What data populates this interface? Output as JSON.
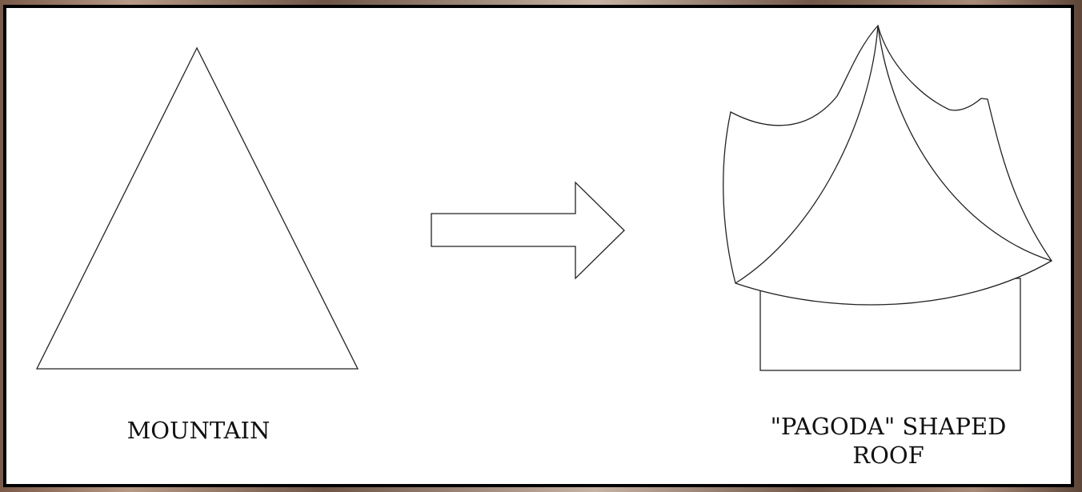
{
  "labels": {
    "mountain": "MOUNTAIN",
    "pagoda_line1": "\"PAGODA\" SHAPED",
    "pagoda_line2": "ROOF"
  },
  "colors": {
    "stroke": "#222222",
    "fill": "#ffffff",
    "border": "#000000"
  }
}
